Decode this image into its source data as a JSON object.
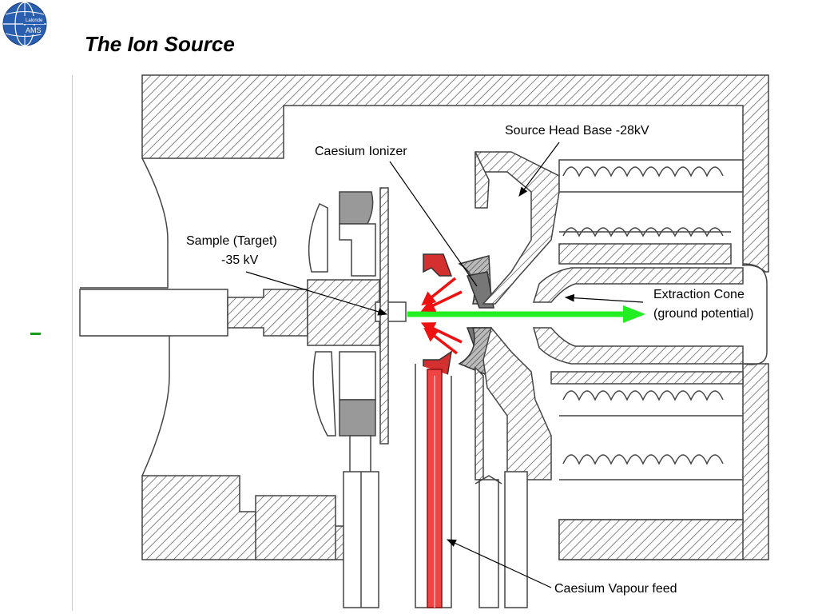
{
  "logo": {
    "line1": "Lalonde",
    "line2": "AMS"
  },
  "title": "The Ion Source",
  "labels": {
    "source_head_base": "Source Head Base -28kV",
    "caesium_ionizer": "Caesium Ionizer",
    "sample_line1": "Sample (Target)",
    "sample_line2": "-35 kV",
    "extraction_line1": "Extraction Cone",
    "extraction_line2": "(ground potential)",
    "caesium_vapour": "Caesium Vapour feed"
  },
  "colors": {
    "ion_beam": "#22ee22",
    "caesium_arrows": "#ee1111",
    "hatch": "#555555",
    "logo_blue": "#2a5fb0"
  }
}
